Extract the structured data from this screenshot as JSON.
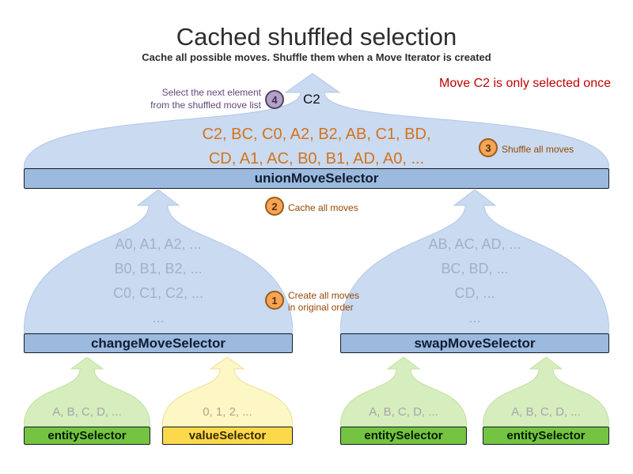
{
  "title": "Cached shuffled selection",
  "subtitle": "Cache all possible moves. Shuffle them when a Move Iterator is created",
  "note": "Move C2 is only selected once",
  "annotation": {
    "line1": "Select the next element",
    "line2": "from the shuffled move list"
  },
  "output_move": "C2",
  "steps": {
    "s1": {
      "num": "1",
      "label_line1": "Create all moves",
      "label_line2": "in original order"
    },
    "s2": {
      "num": "2",
      "label": "Cache all moves"
    },
    "s3": {
      "num": "3",
      "label": "Shuffle all moves"
    },
    "s4": {
      "num": "4"
    }
  },
  "union": {
    "moves_line1": "C2, BC, C0, A2, B2, AB, C1, BD,",
    "moves_line2": "CD, A1, AC, B0, B1, AD, A0, ...",
    "label": "unionMoveSelector"
  },
  "change_selector": {
    "lines": [
      "A0, A1, A2, ...",
      "B0, B1, B2, ...",
      "C0, C1, C2, ...",
      "..."
    ],
    "label": "changeMoveSelector"
  },
  "swap_selector": {
    "lines": [
      "AB, AC, AD, ...",
      "BC, BD, ...",
      "CD, ...",
      "..."
    ],
    "label": "swapMoveSelector"
  },
  "child_selectors": [
    {
      "items": "A, B, C, D, ...",
      "label": "entitySelector"
    },
    {
      "items": "0, 1, 2, ...",
      "label": "valueSelector"
    },
    {
      "items": "A, B, C, D, ...",
      "label": "entitySelector"
    },
    {
      "items": "A, B, C, D, ...",
      "label": "entitySelector"
    }
  ],
  "colors": {
    "funnel_blue": "#c9daf1",
    "funnel_green": "#d6edbd",
    "funnel_yellow": "#fdf6c5",
    "bar_blue": "#9cb9de",
    "bar_green": "#74c441",
    "bar_yellow": "#fcd94b",
    "moves_orange": "#d4731c",
    "step_brown": "#974806",
    "note_red": "#c00000",
    "annotation_purple": "#604a7b",
    "muted_blue_text": "#a2b1c6",
    "muted_gray_text": "#a6a6a6"
  }
}
